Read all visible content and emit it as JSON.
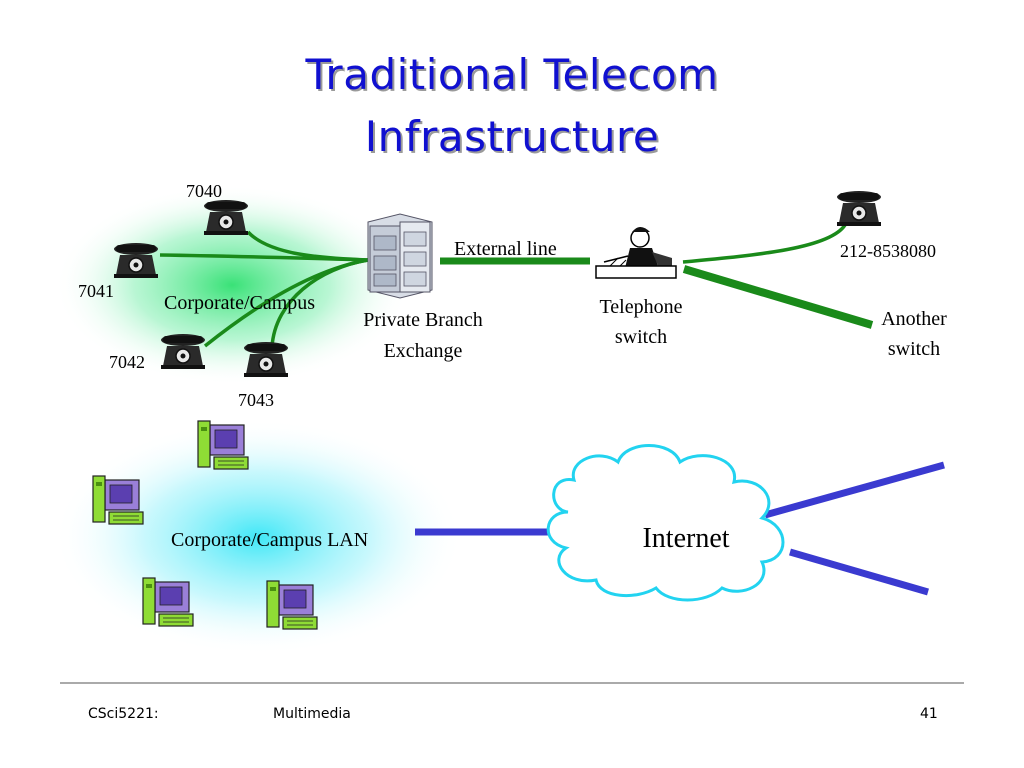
{
  "slide": {
    "title_line1": "Traditional Telecom",
    "title_line2": "Infrastructure"
  },
  "telephony": {
    "ext_7040": "7040",
    "ext_7041": "7041",
    "ext_7042": "7042",
    "ext_7043": "7043",
    "campus_label": "Corporate/Campus",
    "pbx_label_line1": "Private Branch",
    "pbx_label_line2": "Exchange",
    "external_line_label": "External line",
    "switch_label_line1": "Telephone",
    "switch_label_line2": "switch",
    "remote_number": "212-8538080",
    "another_switch_line1": "Another",
    "another_switch_line2": "switch"
  },
  "data_network": {
    "lan_label": "Corporate/Campus LAN",
    "internet_label": "Internet"
  },
  "footer": {
    "course": "CSci5221:",
    "topic": "Multimedia",
    "page": "41"
  },
  "colors": {
    "title": "#1010d0",
    "phone_line": "#1a8a1a",
    "lan_line": "#3a3ad0",
    "cloud_outline": "#22d3f0",
    "campus_glow": "#2fe070",
    "lan_glow": "#36e6f6"
  }
}
